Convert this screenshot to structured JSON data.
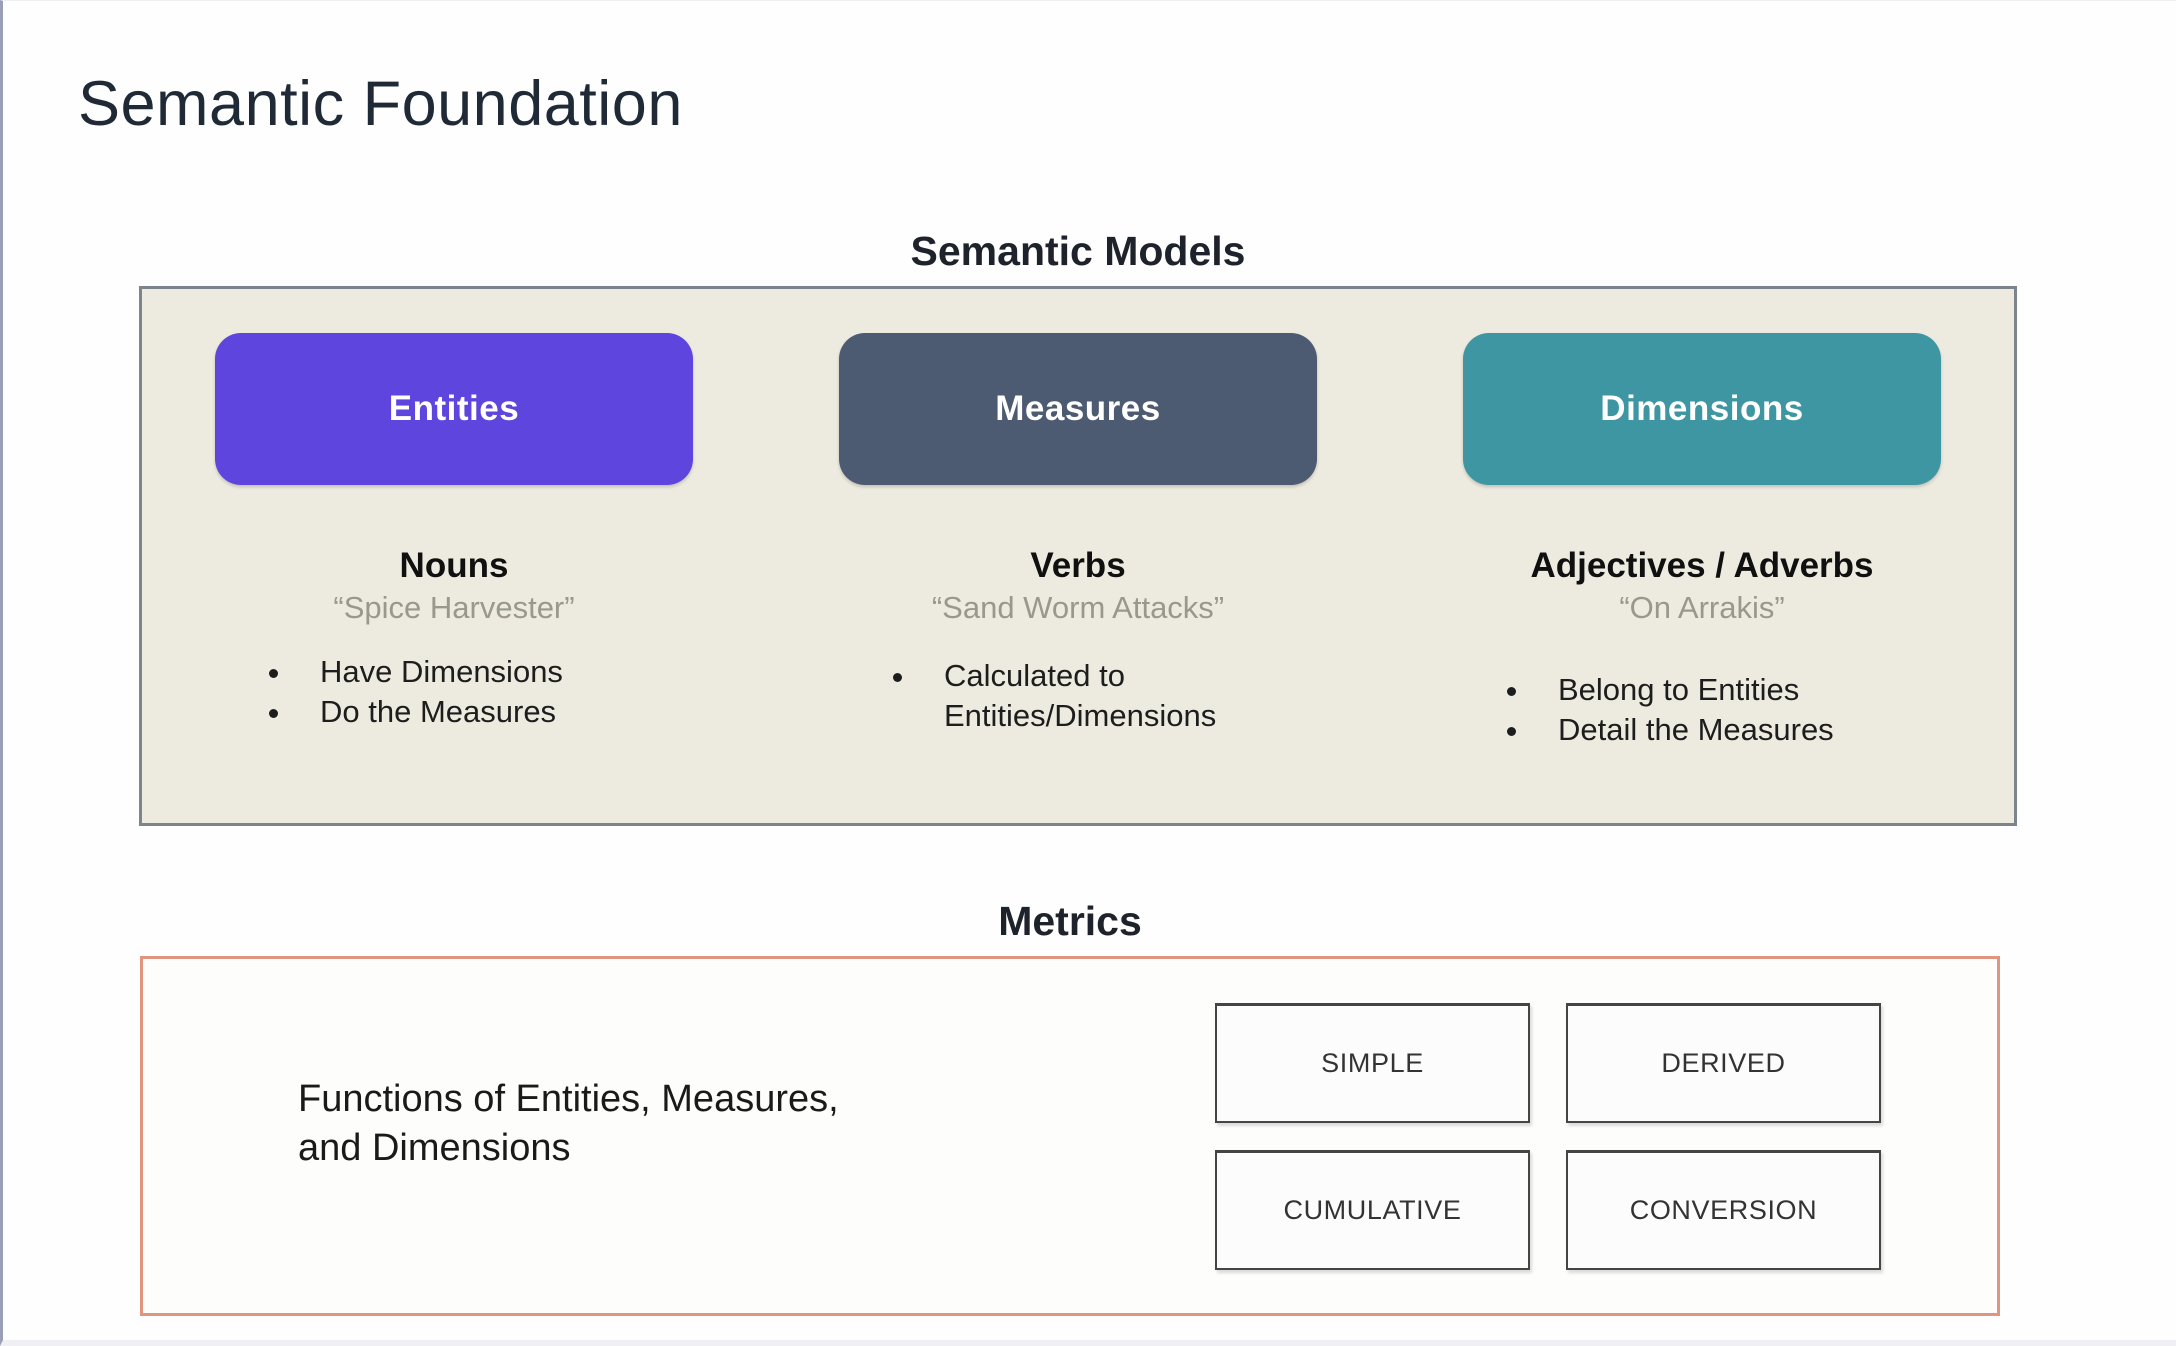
{
  "slide": {
    "title": "Semantic Foundation"
  },
  "semantic_models": {
    "section_title": "Semantic Models",
    "columns": [
      {
        "pill_label": "Entities",
        "pill_color": "#5e45de",
        "heading": "Nouns",
        "quote": "“Spice Harvester”",
        "bullets": [
          "Have Dimensions",
          "Do the Measures"
        ]
      },
      {
        "pill_label": "Measures",
        "pill_color": "#4d5b72",
        "heading": "Verbs",
        "quote": "“Sand Worm Attacks”",
        "bullets": [
          "Calculated to Entities/Dimensions"
        ]
      },
      {
        "pill_label": "Dimensions",
        "pill_color": "#3e96a3",
        "heading": "Adjectives / Adverbs",
        "quote": "“On Arrakis”",
        "bullets": [
          "Belong to Entities",
          "Detail the Measures"
        ]
      }
    ]
  },
  "metrics": {
    "section_title": "Metrics",
    "description": "Functions of Entities, Measures,\nand Dimensions",
    "types": [
      {
        "label": "SIMPLE"
      },
      {
        "label": "DERIVED"
      },
      {
        "label": "CUMULATIVE"
      },
      {
        "label": "CONVERSION"
      }
    ]
  },
  "colors": {
    "entities_pill": "#5e45de",
    "measures_pill": "#4d5b72",
    "dimensions_pill": "#3e96a3",
    "models_panel_bg": "#edebdf",
    "models_panel_border": "#7c858d",
    "metrics_panel_border": "#e09580",
    "quote_text": "#98988f"
  }
}
